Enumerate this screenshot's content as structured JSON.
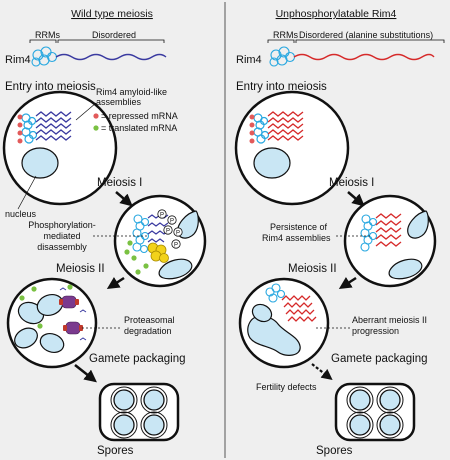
{
  "left": {
    "title": "Wild type meiosis",
    "protein": "Rim4",
    "rrms": "RRMs",
    "region": "Disordered",
    "entry": "Entry into meiosis",
    "assemblies_1": "Rim4 amyloid-like",
    "assemblies_2": "assemblies",
    "legend_repressed": "= repressed mRNA",
    "legend_translated": "= translated mRNA",
    "nucleus": "nucleus",
    "meiosis1": "Meiosis I",
    "phospho_1": "Phosphorylation-",
    "phospho_2": "mediated",
    "phospho_3": "disassembly",
    "p_mark": "P",
    "meiosis2": "Meiosis II",
    "proteasome_1": "Proteasomal",
    "proteasome_2": "degradation",
    "gamete": "Gamete packaging",
    "spores": "Spores"
  },
  "right": {
    "title": "Unphosphorylatable Rim4",
    "protein": "Rim4",
    "rrms": "RRMs",
    "region": "Disordered (alanine substitutions)",
    "entry": "Entry into meiosis",
    "meiosis1": "Meiosis I",
    "persist_1": "Persistence of",
    "persist_2": "Rim4 assemblies",
    "meiosis2": "Meiosis II",
    "aberrant_1": "Aberrant meiosis II",
    "aberrant_2": "progression",
    "gamete": "Gamete packaging",
    "fertility": "Fertility defects",
    "spores": "Spores"
  },
  "colors": {
    "rrm": "#27a7e0",
    "wt_fibril": "#3a3aa0",
    "mut_fibril": "#d62a2a",
    "repressed": "#e25a5a",
    "translated": "#7ac142",
    "nucleus": "#c9e6f4",
    "phospho": "#f2d21a",
    "proteasome": "#7a3a8e"
  }
}
